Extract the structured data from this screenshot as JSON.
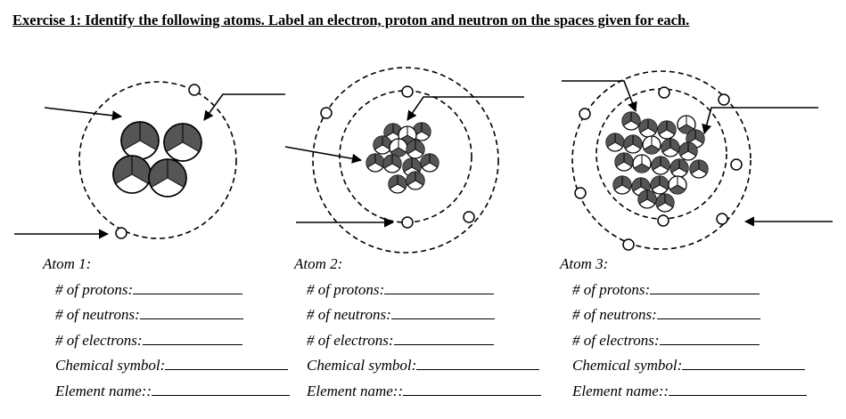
{
  "heading": "Exercise 1: Identify the following atoms. Label an electron, proton and neutron on the spaces given for each.",
  "atoms": [
    {
      "title": "Atom 1:",
      "fields": [
        {
          "label": "# of protons:",
          "value": ""
        },
        {
          "label": "# of neutrons:",
          "value": ""
        },
        {
          "label": "# of electrons:",
          "value": ""
        },
        {
          "label": "Chemical symbol:",
          "value": ""
        },
        {
          "label": "Element name::",
          "value": ""
        }
      ]
    },
    {
      "title": "Atom 2:",
      "fields": [
        {
          "label": "# of protons:",
          "value": ""
        },
        {
          "label": "# of neutrons:",
          "value": ""
        },
        {
          "label": "# of electrons:",
          "value": ""
        },
        {
          "label": "Chemical symbol:",
          "value": ""
        },
        {
          "label": "Element name::",
          "value": ""
        }
      ]
    },
    {
      "title": "Atom 3:",
      "fields": [
        {
          "label": "# of protons:",
          "value": ""
        },
        {
          "label": "# of neutrons:",
          "value": ""
        },
        {
          "label": "# of electrons:",
          "value": ""
        },
        {
          "label": "Chemical symbol:",
          "value": ""
        },
        {
          "label": "Element name::",
          "value": ""
        }
      ]
    }
  ]
}
